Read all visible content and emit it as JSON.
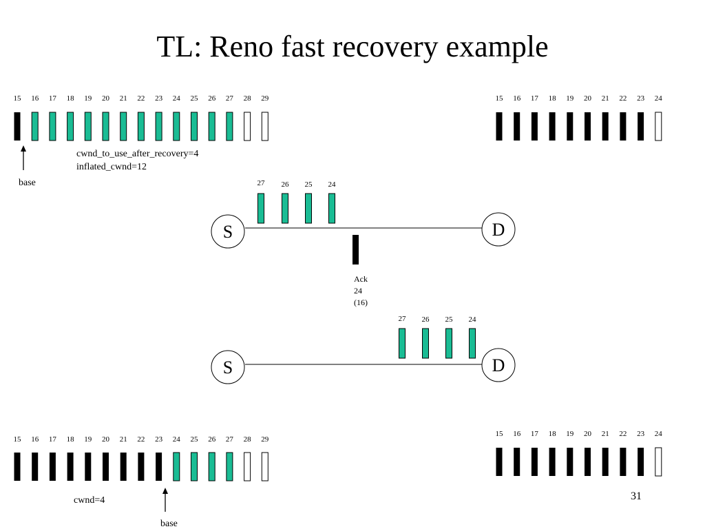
{
  "title": "TL: Reno fast recovery example",
  "colors": {
    "acked": "#000000",
    "in_flight": "#1abc94",
    "empty": "#ffffff",
    "stroke": "#000000"
  },
  "windows": {
    "top_left": {
      "labels": [
        "15",
        "16",
        "17",
        "18",
        "19",
        "20",
        "21",
        "22",
        "23",
        "24",
        "25",
        "26",
        "27",
        "28",
        "29"
      ],
      "states": [
        "acked",
        "in_flight",
        "in_flight",
        "in_flight",
        "in_flight",
        "in_flight",
        "in_flight",
        "in_flight",
        "in_flight",
        "in_flight",
        "in_flight",
        "in_flight",
        "in_flight",
        "empty",
        "empty"
      ]
    },
    "top_right": {
      "labels": [
        "15",
        "16",
        "17",
        "18",
        "19",
        "20",
        "21",
        "22",
        "23",
        "24"
      ],
      "states": [
        "acked",
        "acked",
        "acked",
        "acked",
        "acked",
        "acked",
        "acked",
        "acked",
        "acked",
        "empty"
      ]
    },
    "bottom_left": {
      "labels": [
        "15",
        "16",
        "17",
        "18",
        "19",
        "20",
        "21",
        "22",
        "23",
        "24",
        "25",
        "26",
        "27",
        "28",
        "29"
      ],
      "states": [
        "acked",
        "acked",
        "acked",
        "acked",
        "acked",
        "acked",
        "acked",
        "acked",
        "acked",
        "in_flight",
        "in_flight",
        "in_flight",
        "in_flight",
        "empty",
        "empty"
      ]
    },
    "bottom_right": {
      "labels": [
        "15",
        "16",
        "17",
        "18",
        "19",
        "20",
        "21",
        "22",
        "23",
        "24"
      ],
      "states": [
        "acked",
        "acked",
        "acked",
        "acked",
        "acked",
        "acked",
        "acked",
        "acked",
        "acked",
        "empty"
      ]
    }
  },
  "annotations": {
    "top_base": "base",
    "cwnd_after_recovery": "cwnd_to_use_after_recovery=4",
    "inflated_cwnd": "inflated_cwnd=12",
    "bottom_cwnd": "cwnd=4",
    "bottom_base": "base"
  },
  "link1": {
    "sender": "S",
    "receiver": "D",
    "packets": [
      "27",
      "26",
      "25",
      "24"
    ],
    "ack": [
      "Ack",
      "24",
      "(16)"
    ]
  },
  "link2": {
    "sender": "S",
    "receiver": "D",
    "packets": [
      "27",
      "26",
      "25",
      "24"
    ]
  },
  "page_number": "31"
}
